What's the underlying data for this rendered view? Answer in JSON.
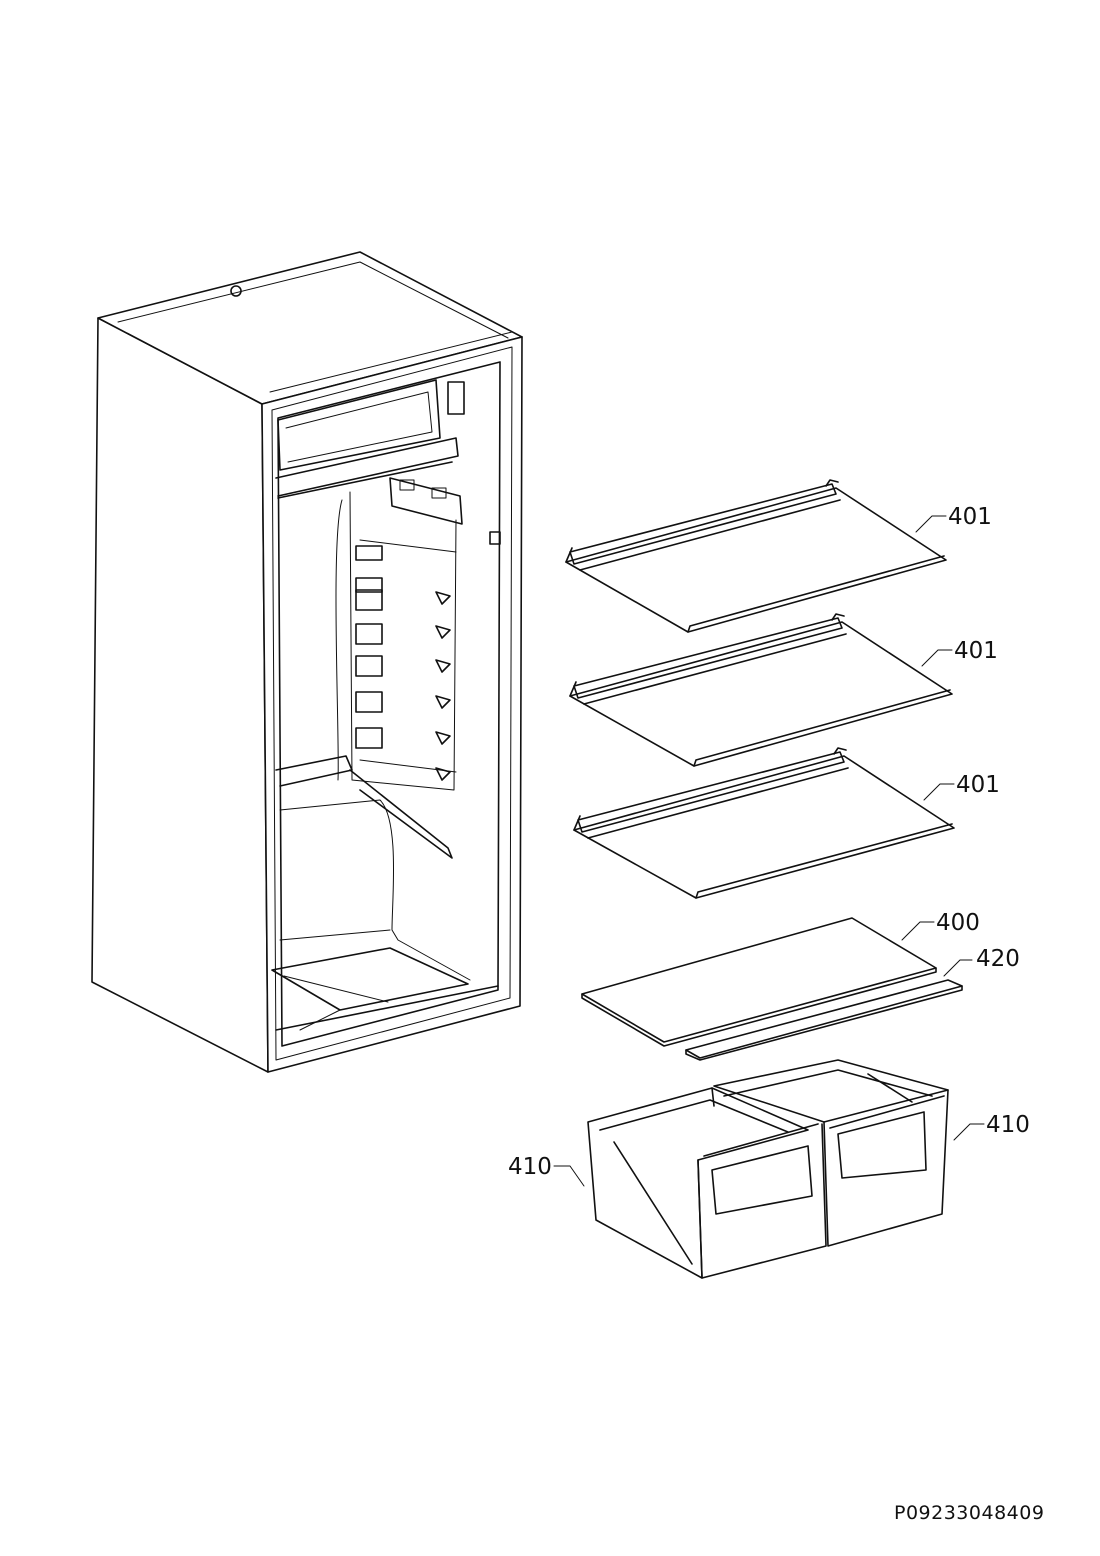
{
  "callouts": {
    "shelf_top": "401",
    "shelf_middle": "401",
    "shelf_bottom": "401",
    "crisper_cover": "400",
    "cover_trim": "420",
    "drawer_right": "410",
    "drawer_left": "410"
  },
  "drawing_code": "P09233048409"
}
